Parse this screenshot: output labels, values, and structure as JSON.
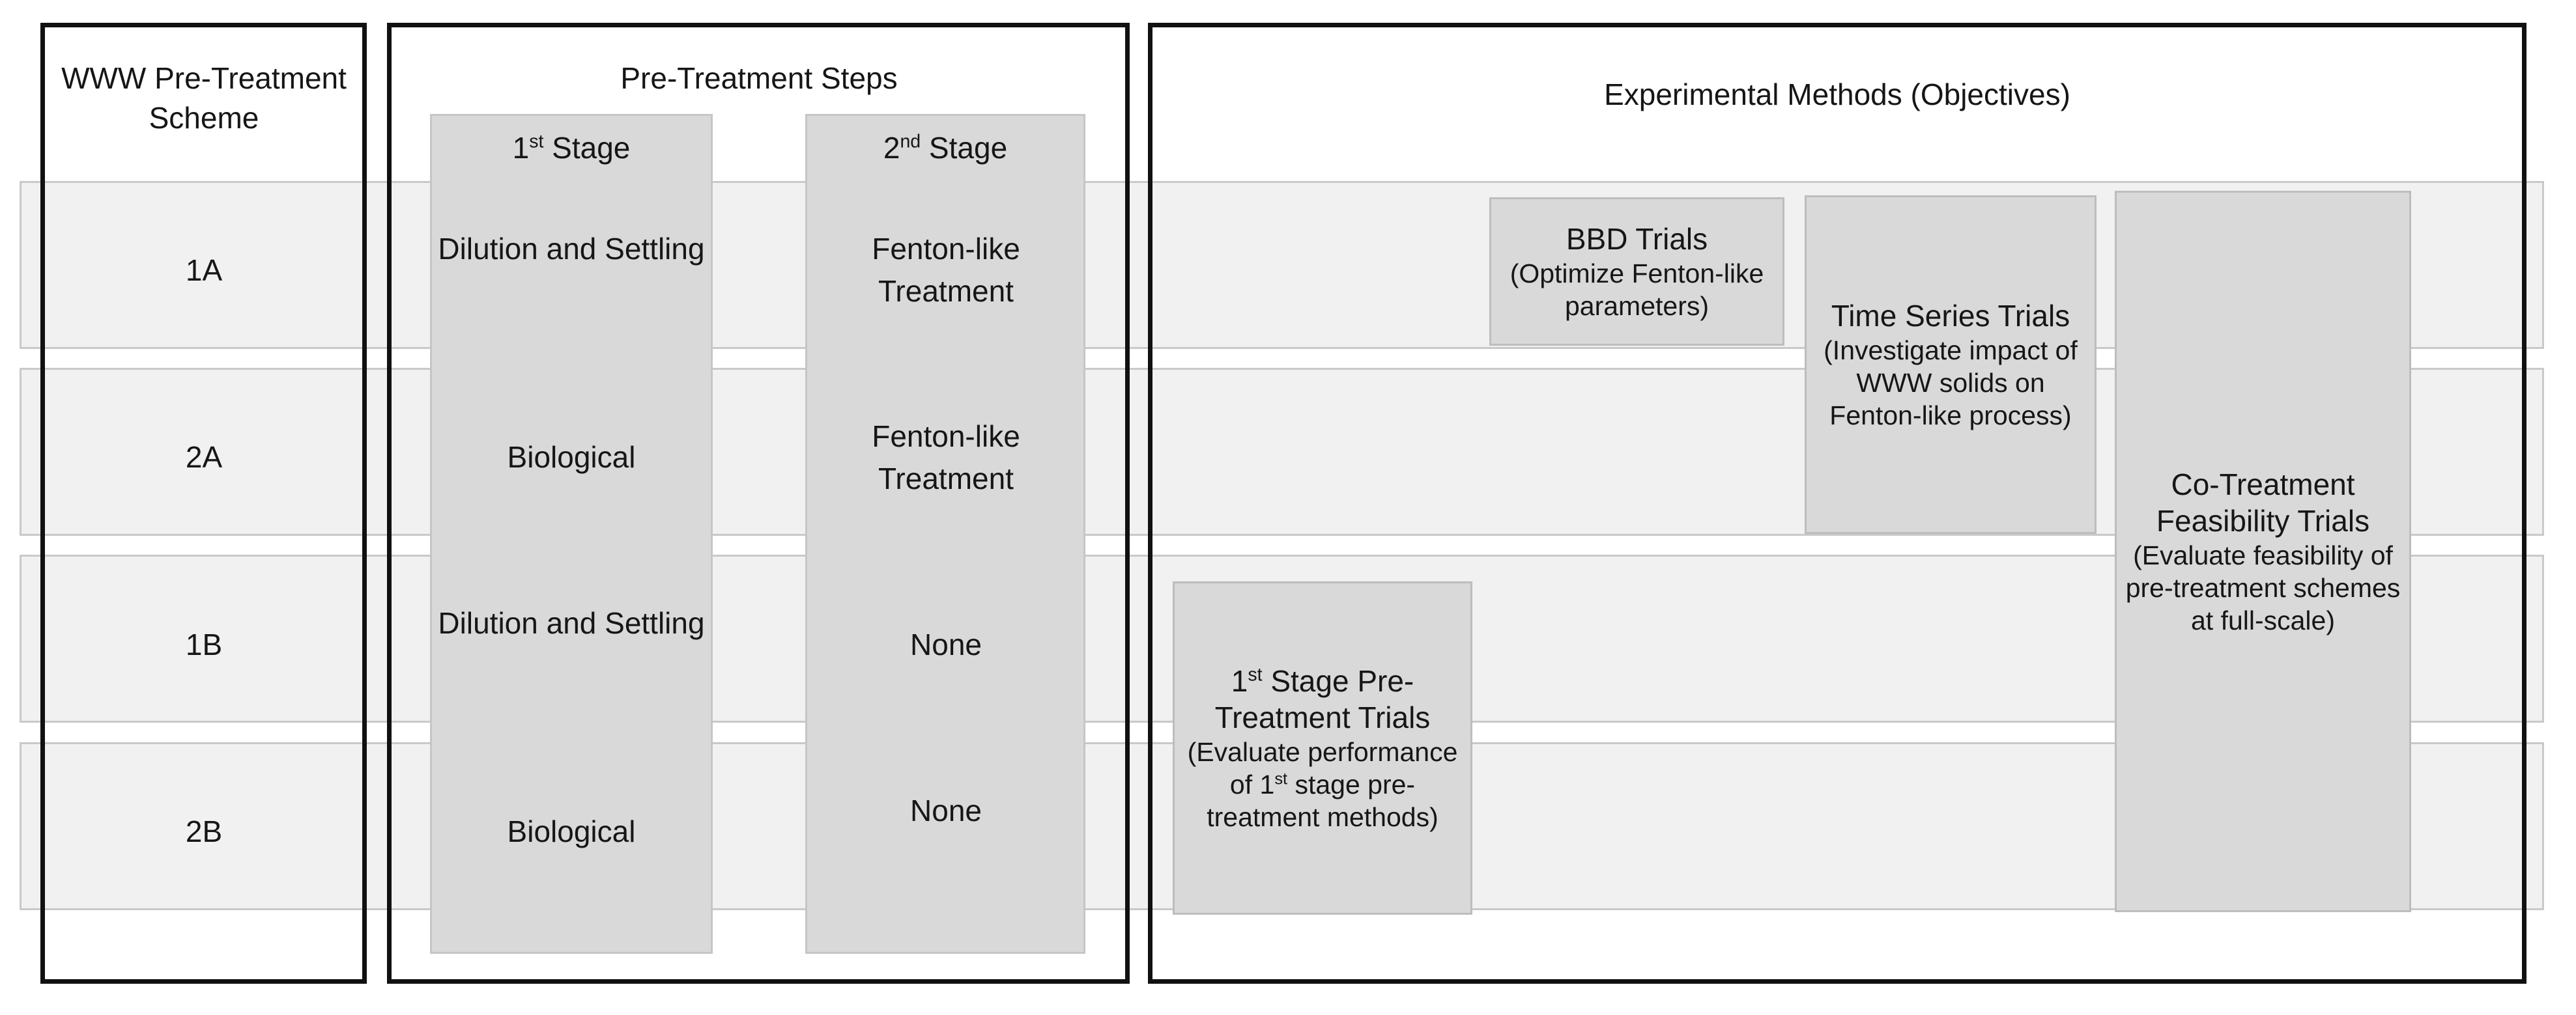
{
  "colors": {
    "row_band_fill": "#f1f1f1",
    "row_band_border": "#c9c9c9",
    "stage_strip_fill": "#d9d9d9",
    "trial_box_fill": "#d9d9d9",
    "trial_box_border": "#bdbdbd",
    "panel_border": "#111111",
    "text": "#161616"
  },
  "panels": {
    "scheme": {
      "title": "WWW Pre-Treatment Scheme"
    },
    "steps": {
      "title": "Pre-Treatment Steps",
      "stages": [
        {
          "label_prefix": "1",
          "label_sup": "st",
          "label_suffix": " Stage",
          "label_plain": "1st Stage"
        },
        {
          "label_prefix": "2",
          "label_sup": "nd",
          "label_suffix": " Stage",
          "label_plain": "2nd Stage"
        }
      ]
    },
    "methods": {
      "title": "Experimental Methods (Objectives)"
    }
  },
  "rows": [
    {
      "scheme": "1A",
      "stage1": "Dilution and Settling",
      "stage2": "Fenton-like Treatment"
    },
    {
      "scheme": "2A",
      "stage1": "Biological",
      "stage2": "Fenton-like Treatment"
    },
    {
      "scheme": "1B",
      "scheme_note": "",
      "stage1": "Dilution and Settling",
      "stage2": "None"
    },
    {
      "scheme": "2B",
      "stage1": "Biological",
      "stage2": "None"
    }
  ],
  "trials": [
    {
      "id": "bbd-trials",
      "title": "BBD Trials",
      "subtitle": "(Optimize Fenton-like parameters)"
    },
    {
      "id": "time-series-trials",
      "title": "Time Series Trials",
      "subtitle": "(Investigate impact of WWW solids on Fenton-like process)"
    },
    {
      "id": "co-treatment-feasibility-trials",
      "title": "Co-Treatment Feasibility Trials",
      "subtitle": "(Evaluate feasibility of pre-treatment schemes at full-scale)"
    },
    {
      "id": "first-stage-pre-treatment-trials",
      "title_pre": "1",
      "title_sup": "st",
      "title_post": " Stage Pre-Treatment Trials",
      "title_plain": "1st Stage Pre-Treatment Trials",
      "sub_pre": "(Evaluate performance of 1",
      "sub_sup": "st",
      "sub_post": " stage pre-treatment methods)",
      "subtitle_plain": "(Evaluate performance of 1st stage pre-treatment methods)"
    }
  ]
}
